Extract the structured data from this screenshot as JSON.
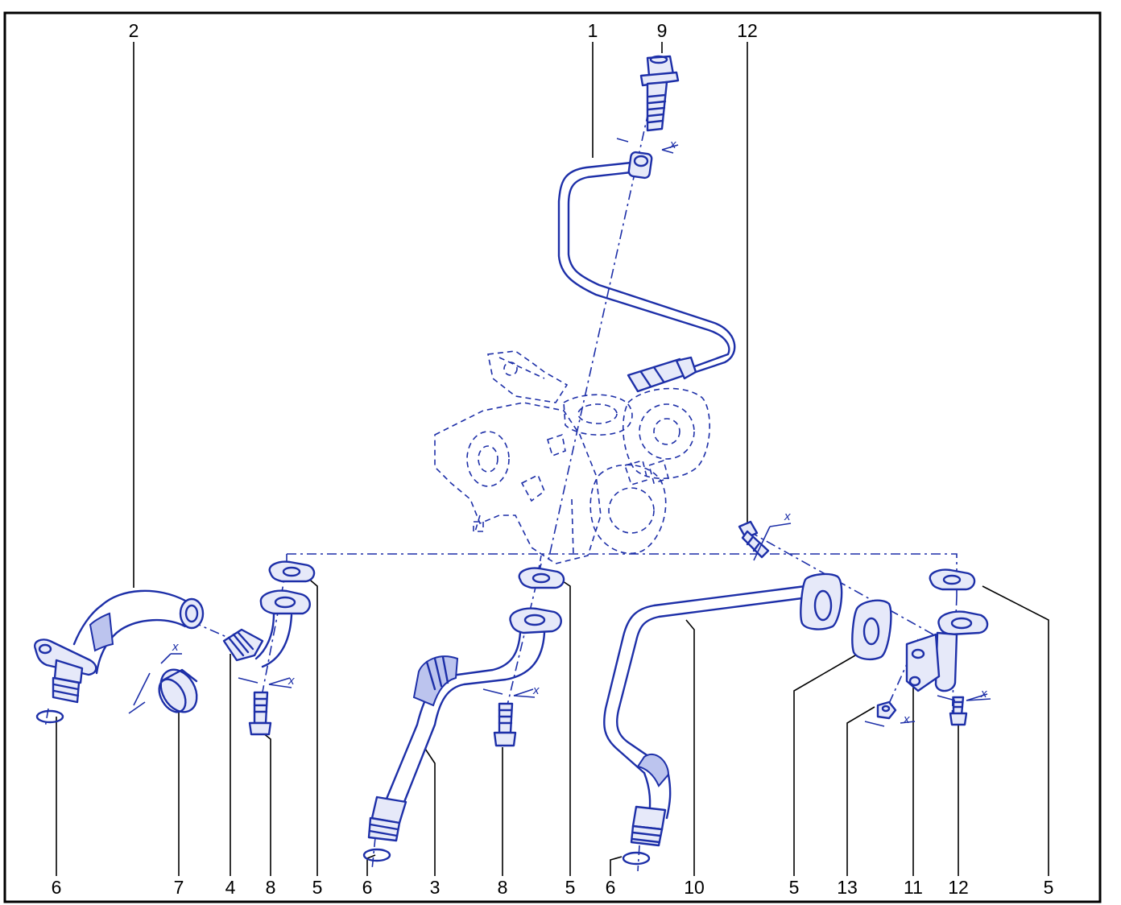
{
  "diagram": {
    "callouts_top": [
      {
        "id": "c2",
        "text": "2"
      },
      {
        "id": "c1",
        "text": "1"
      },
      {
        "id": "c9",
        "text": "9"
      },
      {
        "id": "c12t",
        "text": "12"
      }
    ],
    "callouts_bottom": [
      {
        "id": "b6a",
        "text": "6"
      },
      {
        "id": "b7",
        "text": "7"
      },
      {
        "id": "b4",
        "text": "4"
      },
      {
        "id": "b8a",
        "text": "8"
      },
      {
        "id": "b5a",
        "text": "5"
      },
      {
        "id": "b6b",
        "text": "6"
      },
      {
        "id": "b3",
        "text": "3"
      },
      {
        "id": "b8b",
        "text": "8"
      },
      {
        "id": "b5b",
        "text": "5"
      },
      {
        "id": "b6c",
        "text": "6"
      },
      {
        "id": "b10",
        "text": "10"
      },
      {
        "id": "b5c",
        "text": "5"
      },
      {
        "id": "b13",
        "text": "13"
      },
      {
        "id": "b11",
        "text": "11"
      },
      {
        "id": "b12",
        "text": "12"
      },
      {
        "id": "b5d",
        "text": "5"
      }
    ],
    "torque_marker": "x",
    "line_color": "#1d2fa8",
    "frame_color": "#000000"
  }
}
